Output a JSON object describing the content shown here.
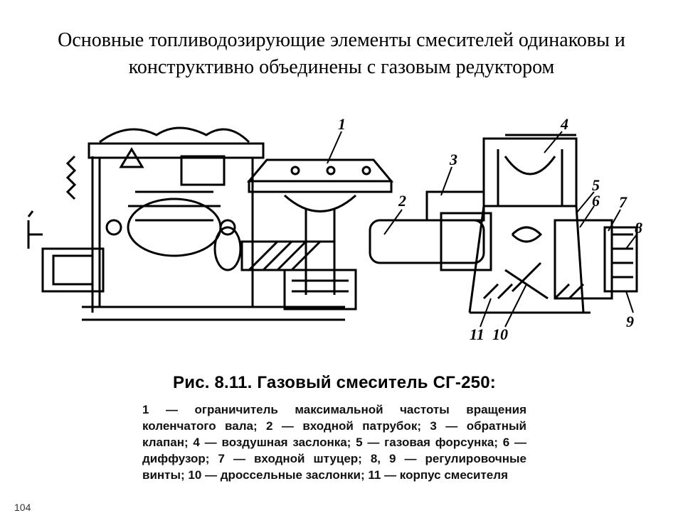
{
  "slide": {
    "title_line1": "Основные топливодозирующие элементы смесителей одинаковы и",
    "title_line2": "конструктивно объединены с газовым редуктором"
  },
  "figure": {
    "labels": [
      "1",
      "2",
      "3",
      "4",
      "5",
      "6",
      "7",
      "8",
      "9",
      "10",
      "11"
    ]
  },
  "caption": {
    "title": "Рис. 8.11. Газовый смеситель СГ-250:",
    "legend": "1 — ограничитель максимальной частоты вращения коленчатого вала; 2 — входной патрубок; 3 — обратный клапан; 4 — воздушная заслонка; 5 — газовая форсунка; 6 — диффузор; 7 — входной штуцер; 8, 9 — регулировочные винты; 10 — дроссельные заслонки; 11 — корпус смесителя"
  },
  "page_number": "104"
}
